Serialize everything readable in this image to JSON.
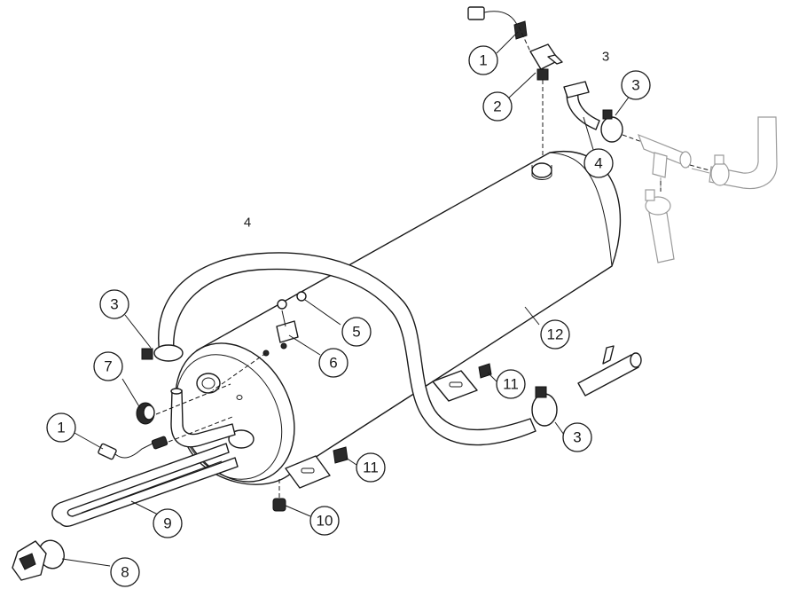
{
  "callouts": [
    {
      "id": "c1a",
      "label": "1"
    },
    {
      "id": "c2",
      "label": "2"
    },
    {
      "id": "c3a",
      "label": "3"
    },
    {
      "id": "c4a",
      "label": "4"
    },
    {
      "id": "c3b",
      "label": "3"
    },
    {
      "id": "c5",
      "label": "5"
    },
    {
      "id": "c6",
      "label": "6"
    },
    {
      "id": "c7",
      "label": "7"
    },
    {
      "id": "c12",
      "label": "12"
    },
    {
      "id": "c11a",
      "label": "11"
    },
    {
      "id": "c1b",
      "label": "1"
    },
    {
      "id": "c3c",
      "label": "3"
    },
    {
      "id": "c11b",
      "label": "11"
    },
    {
      "id": "c9",
      "label": "9"
    },
    {
      "id": "c10",
      "label": "10"
    },
    {
      "id": "c8",
      "label": "8"
    }
  ],
  "labels": {
    "detail_3": "3",
    "detail_4": "4"
  }
}
